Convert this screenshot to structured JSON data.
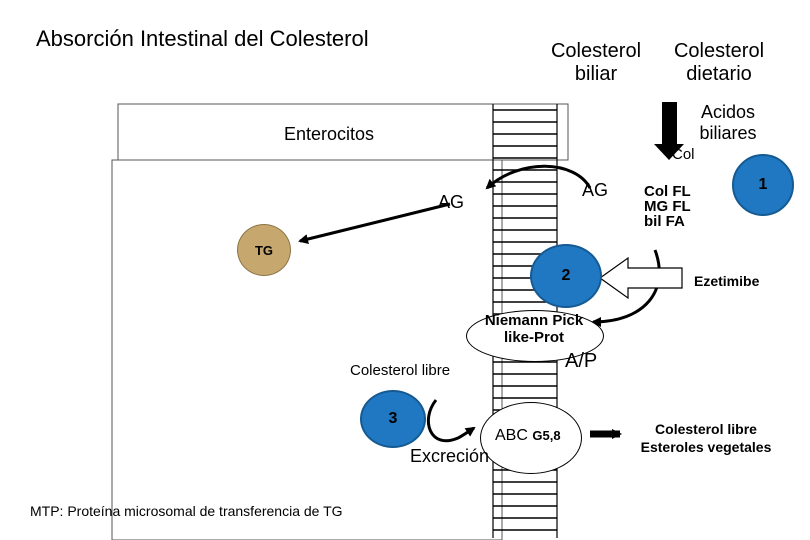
{
  "title": "Absorción Intestinal del Colesterol",
  "labels": {
    "colesterol_biliar": [
      "Colesterol",
      "biliar"
    ],
    "colesterol_dietario": [
      "Colesterol",
      "dietario"
    ],
    "acidos_biliares": [
      "Acidos",
      "biliares"
    ],
    "col_top": "Col",
    "enterocitos": "Enterocitos",
    "ag_right": "AG",
    "ag_left": "AG",
    "micelle_lines": [
      "Col   FL",
      "MG    FL",
      "bil FA"
    ],
    "tg": "TG",
    "circle_1": "1",
    "circle_2": "2",
    "circle_3": "3",
    "ezetimibe": "Ezetimibe",
    "niemann_pick": [
      "Niemann Pick",
      "like-Prot"
    ],
    "ap": "A/P",
    "colesterol_libre": "Colesterol libre",
    "abc_main": "ABC",
    "abc_sub": "G5,8",
    "excrecion": "Excreción",
    "right_bottom": [
      "Colesterol libre",
      "Esteroles vegetales"
    ],
    "footnote": "MTP: Proteína microsomal de transferencia de TG"
  },
  "colors": {
    "blue_circle": "#1f78c1",
    "tg_circle": "#c6a86f",
    "line": "#000000"
  }
}
